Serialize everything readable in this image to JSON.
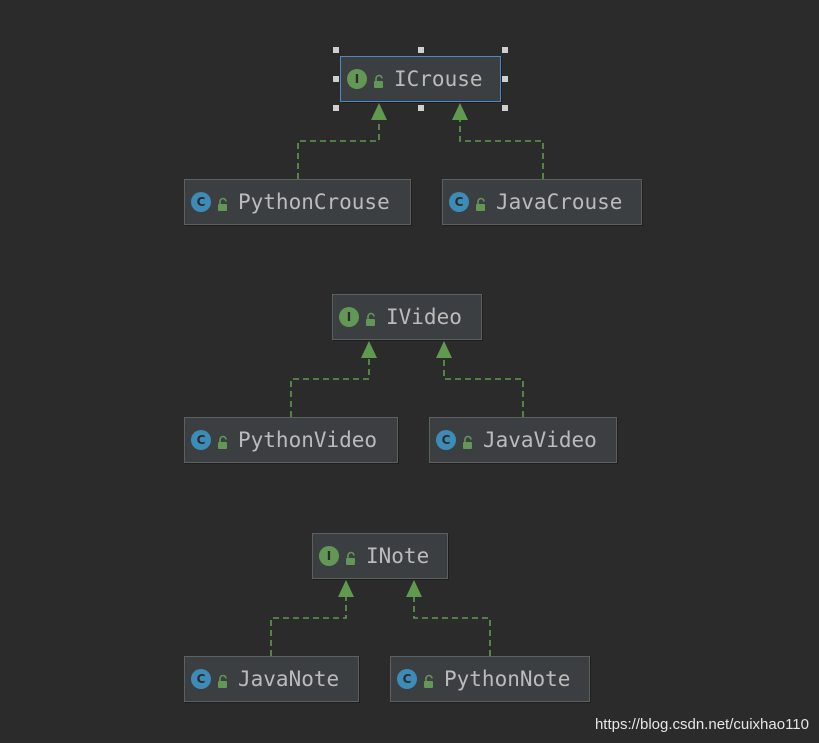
{
  "colors": {
    "background": "#2b2b2b",
    "node_fill": "#3c3f41",
    "node_border": "#5e6060",
    "selected_border": "#4a88c7",
    "interface_badge": "#629755",
    "class_badge": "#3d8cb8",
    "edge": "#5f9a4f"
  },
  "icons": {
    "interface": "interface-badge-icon",
    "class": "class-badge-icon",
    "access": "unlocked-icon"
  },
  "badges": {
    "interface": "I",
    "class": "C"
  },
  "nodes": [
    {
      "id": "icrouse",
      "label": "ICrouse",
      "kind": "interface",
      "selected": true
    },
    {
      "id": "pythoncrouse",
      "label": "PythonCrouse",
      "kind": "class",
      "selected": false
    },
    {
      "id": "javacrouse",
      "label": "JavaCrouse",
      "kind": "class",
      "selected": false
    },
    {
      "id": "ivideo",
      "label": "IVideo",
      "kind": "interface",
      "selected": false
    },
    {
      "id": "pythonvideo",
      "label": "PythonVideo",
      "kind": "class",
      "selected": false
    },
    {
      "id": "javavideo",
      "label": "JavaVideo",
      "kind": "class",
      "selected": false
    },
    {
      "id": "inote",
      "label": "INote",
      "kind": "interface",
      "selected": false
    },
    {
      "id": "javanote",
      "label": "JavaNote",
      "kind": "class",
      "selected": false
    },
    {
      "id": "pythonnote",
      "label": "PythonNote",
      "kind": "class",
      "selected": false
    }
  ],
  "edges": [
    {
      "from": "pythoncrouse",
      "to": "icrouse",
      "type": "implements"
    },
    {
      "from": "javacrouse",
      "to": "icrouse",
      "type": "implements"
    },
    {
      "from": "pythonvideo",
      "to": "ivideo",
      "type": "implements"
    },
    {
      "from": "javavideo",
      "to": "ivideo",
      "type": "implements"
    },
    {
      "from": "javanote",
      "to": "inote",
      "type": "implements"
    },
    {
      "from": "pythonnote",
      "to": "inote",
      "type": "implements"
    }
  ],
  "watermark": "https://blog.csdn.net/cuixhao110"
}
